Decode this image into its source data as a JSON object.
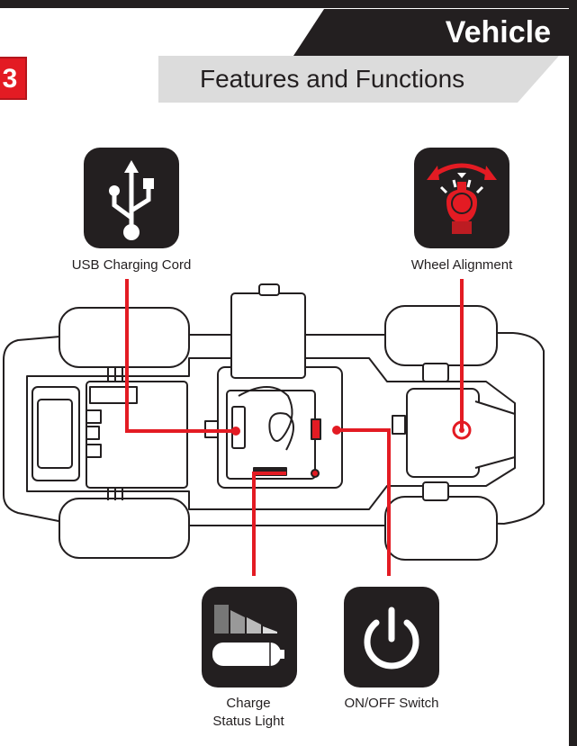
{
  "header": {
    "title": "Vehicle",
    "subtitle": "Features and Functions",
    "section_number": "3"
  },
  "features": [
    {
      "label": "USB Charging Cord",
      "icon": "usb-icon"
    },
    {
      "label": "Wheel Alignment",
      "icon": "alignment-dial-icon"
    },
    {
      "label": "Charge\nStatus Light",
      "label_line1": "Charge",
      "label_line2": "Status Light",
      "icon": "battery-charge-icon"
    },
    {
      "label": "ON/OFF Switch",
      "icon": "power-icon"
    }
  ],
  "colors": {
    "accent": "#e31b23",
    "dark": "#231f20",
    "band": "#dcdcdc"
  }
}
